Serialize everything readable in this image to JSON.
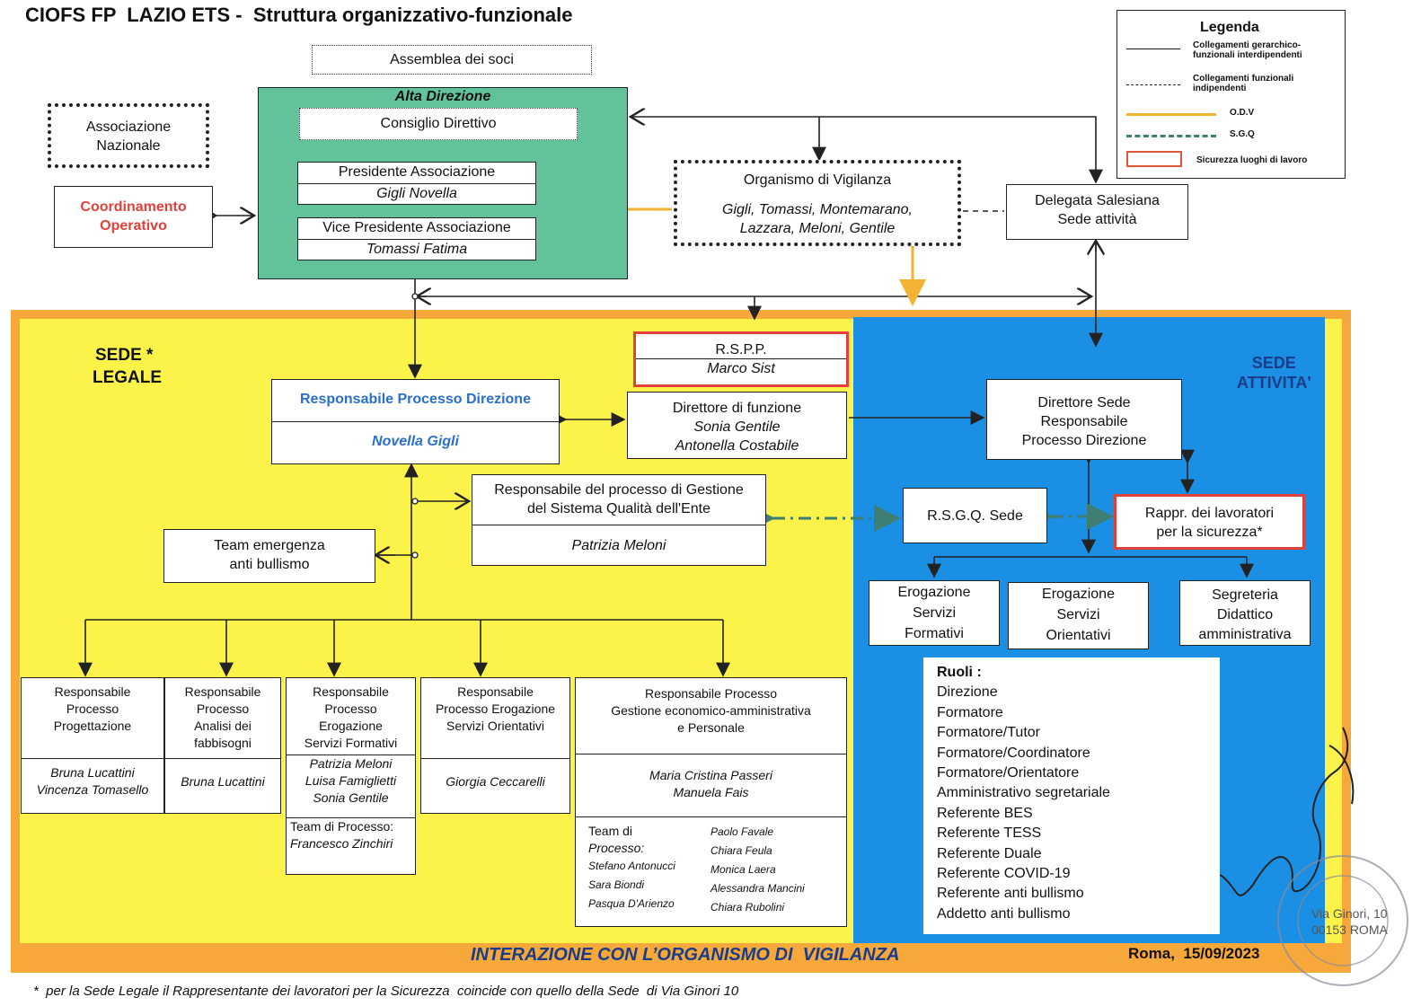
{
  "title": "CIOFS FP  LAZIO ETS -  Struttura organizzativo-funzionale",
  "legend": {
    "title": "Legenda",
    "items": [
      {
        "label": "Collegamenti gerarchico-funzionali interdipendenti",
        "style": "solid",
        "color": "#111111"
      },
      {
        "label": "Collegamenti funzionali indipendenti",
        "style": "dashed",
        "color": "#111111"
      },
      {
        "label": "O.D.V",
        "style": "solid",
        "color": "#f2b233"
      },
      {
        "label": "S.G.Q",
        "style": "dash-dot",
        "color": "#3f7f73"
      },
      {
        "label": "Sicurezza luoghi di lavoro",
        "style": "box",
        "color": "#e0563b"
      }
    ]
  },
  "top": {
    "assemblea": "Assemblea dei soci",
    "associazione_nazionale": [
      "Associazione",
      "Nazionale"
    ],
    "coordinamento": [
      "Coordinamento",
      "Operativo"
    ],
    "alta_direzione": {
      "title": "Alta Direzione",
      "consiglio": "Consiglio  Direttivo",
      "presidente_role": "Presidente Associazione",
      "presidente_name": "Gigli Novella",
      "vice_role": "Vice Presidente Associazione",
      "vice_name": "Tomassi Fatima"
    },
    "odv": {
      "title": "Organismo di Vigilanza",
      "members": [
        "Gigli, Tomassi, Montemarano,",
        "Lazzara, Meloni, Gentile"
      ]
    },
    "delegata": [
      "Delegata  Salesiana",
      "Sede attività"
    ]
  },
  "sede_legale": {
    "label": [
      "SEDE *",
      "LEGALE"
    ],
    "rspp_role": "R.S.P.P.",
    "rspp_name": "Marco Sist",
    "rpd_role": "Responsabile Processo Direzione",
    "rpd_name": "Novella Gigli",
    "direttore_funzione": {
      "role": "Direttore di funzione",
      "names": [
        "Sonia Gentile",
        "Antonella Costabile"
      ]
    },
    "qualita": {
      "role": [
        "Responsabile del processo di Gestione",
        "del  Sistema Qualità dell'Ente"
      ],
      "name": "Patrizia Meloni"
    },
    "team_emergenza": [
      "Team emergenza",
      "anti bullismo"
    ],
    "processi": [
      {
        "role": [
          "Responsabile",
          "Processo",
          "Progettazione"
        ],
        "names": [
          "Bruna Lucattini",
          "Vincenza Tomasello"
        ]
      },
      {
        "role": [
          "Responsabile",
          "Processo",
          "Analisi dei",
          "fabbisogni"
        ],
        "names": [
          "Bruna Lucattini"
        ]
      },
      {
        "role": [
          "Responsabile",
          "Processo",
          "Erogazione",
          "Servizi Formativi"
        ],
        "names": [
          "Patrizia Meloni",
          "Luisa Famiglietti",
          "Sonia Gentile"
        ],
        "team": [
          "Team di Processo:",
          "Francesco Zinchiri"
        ]
      },
      {
        "role": [
          "Responsabile",
          "Processo  Erogazione",
          "Servizi Orientativi"
        ],
        "names": [
          "Giorgia Ceccarelli"
        ]
      },
      {
        "role": [
          "Responsabile Processo",
          "Gestione economico-amministrativa",
          "e Personale"
        ],
        "names": [
          "Maria Cristina Passeri",
          "Manuela Fais"
        ],
        "team_label": [
          "Team di",
          "Processo:"
        ],
        "team_left": [
          "Stefano Antonucci",
          "Sara Biondi",
          "Pasqua D'Arienzo"
        ],
        "team_right": [
          "Paolo Favale",
          "Chiara Feula",
          "Monica Laera",
          "Alessandra Mancini",
          "Chiara Rubolini"
        ]
      }
    ],
    "interazione": "INTERAZIONE CON L’ORGANISMO DI  VIGILANZA"
  },
  "sede_attivita": {
    "label": [
      "SEDE",
      "ATTIVITA'"
    ],
    "direttore": [
      "Direttore Sede",
      "Responsabile",
      "Processo  Direzione"
    ],
    "rsgq": "R.S.G.Q. Sede",
    "rappr": [
      "Rappr. dei lavoratori",
      "per la sicurezza*"
    ],
    "erog_form": [
      "Erogazione",
      "Servizi",
      "Formativi"
    ],
    "erog_orient": [
      "Erogazione",
      "Servizi",
      "Orientativi"
    ],
    "segreteria": [
      "Segreteria",
      "Didattico",
      "amministrativa"
    ],
    "ruoli_title": "Ruoli :",
    "ruoli": [
      "Direzione",
      "Formatore",
      "Formatore/Tutor",
      "Formatore/Coordinatore",
      "Formatore/Orientatore",
      "Amministrativo segretariale",
      "Referente BES",
      "Referente TESS",
      "Referente Duale",
      "Referente COVID-19",
      "Referente anti bullismo",
      "Addetto anti bullismo"
    ]
  },
  "date": "Roma,  15/09/2023",
  "stamp": [
    "Via Ginori, 10",
    "00153 ROMA"
  ],
  "footnote": "*  per la Sede Legale il Rappresentante dei lavoratori per la Sicurezza  coincide con quello della Sede  di Via Ginori 10",
  "colors": {
    "yellow": "#fbf34a",
    "orange": "#f6a93a",
    "blue": "#1a8fe3",
    "green": "#62c39a",
    "odv": "#f2b233",
    "sgq": "#3f7f73"
  }
}
